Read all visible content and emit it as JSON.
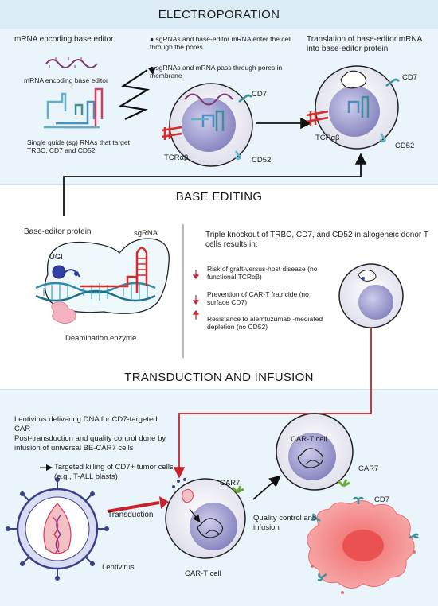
{
  "electroporation": {
    "title": "ELECTROPORATION",
    "mrna_heading": "mRNA encoding base editor",
    "mrna_label": "mRNA encoding base editor",
    "sgrna_label": "Single guide (sg) RNAs that target TRBC, CD7 and CD52",
    "bullet1": "sgRNAs and base-editor mRNA enter the cell through the pores",
    "bullet2": "sgRNAs and mRNA pass through pores in membrane",
    "translation_heading": "Translation of base-editor mRNA into base-editor protein",
    "cd7": "CD7",
    "cd52": "CD52",
    "tcr": "TCRαβ"
  },
  "base_editing": {
    "title": "BASE EDITING",
    "protein_label": "Base-editor protein",
    "sgrna": "sgRNA",
    "ugi": "UGI",
    "deamination": "Deamination enzyme",
    "knockout_heading": "Triple knockout of TRBC, CD7, and CD52 in allogeneic donor T cells results in:",
    "result1": "Risk of graft-versus-host disease (no functional TCRαβ)",
    "result2": "Prevention of CAR-T fratricide (no surface CD7)",
    "result3": "Resistance to alemtuzumab -mediated depletion (no CD52)"
  },
  "transduction": {
    "title": "TRANSDUCTION AND INFUSION",
    "desc1": "Lentivirus delivering DNA for CD7-targeted CAR",
    "desc2": "Post-transduction and quality control done by infusion of universal BE-CAR7 cells",
    "desc3": "Targeted killing of CD7+ tumor cells (e.g., T-ALL blasts)",
    "transduction": "Transduction",
    "lentivirus": "Lentivirus",
    "cart1": "CAR-T cell",
    "cart2": "CAR-T cell",
    "car7a": "CAR7",
    "car7b": "CAR7",
    "cd7": "CD7",
    "qc": "Quality control and infusion"
  },
  "colors": {
    "band_blue": "#eaf4fb",
    "title_band": "#dcecf7",
    "red": "#c8232b",
    "cell": "#e8e8f2",
    "nucleus": "#8a88c4",
    "teal": "#3f8f9a",
    "tumor": "#f08a8a"
  }
}
